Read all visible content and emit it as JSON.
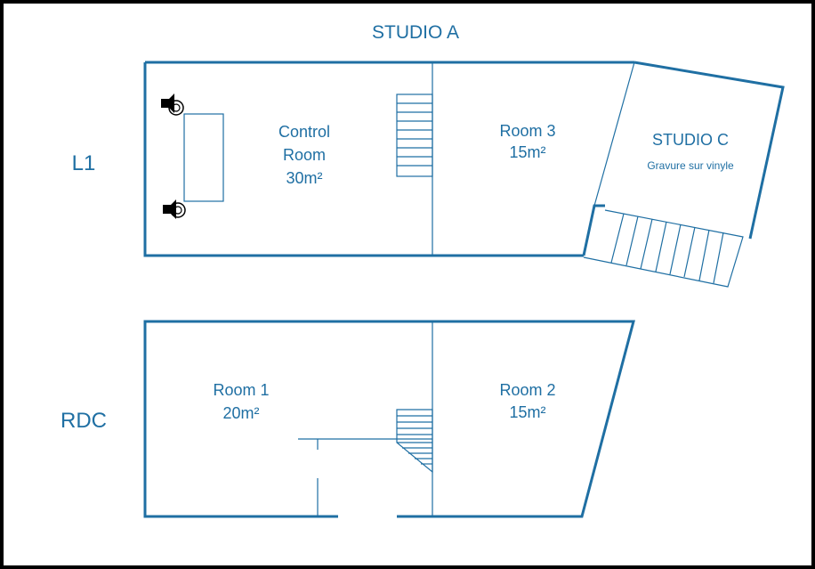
{
  "header": {
    "title": "STUDIO A"
  },
  "levels": {
    "upper": "L1",
    "ground": "RDC"
  },
  "rooms": {
    "control_room": {
      "line1": "Control",
      "line2": "Room",
      "area": "30m²"
    },
    "room3": {
      "name": "Room 3",
      "area": "15m²"
    },
    "studio_c": {
      "name": "STUDIO C",
      "subtitle": "Gravure sur vinyle"
    },
    "room1": {
      "name": "Room 1",
      "area": "20m²"
    },
    "room2": {
      "name": "Room 2",
      "area": "15m²"
    }
  },
  "icons": {
    "speaker": "speaker-icon"
  },
  "colors": {
    "wall": "#1f6fa3",
    "frame": "#000000",
    "speaker": "#000000"
  }
}
